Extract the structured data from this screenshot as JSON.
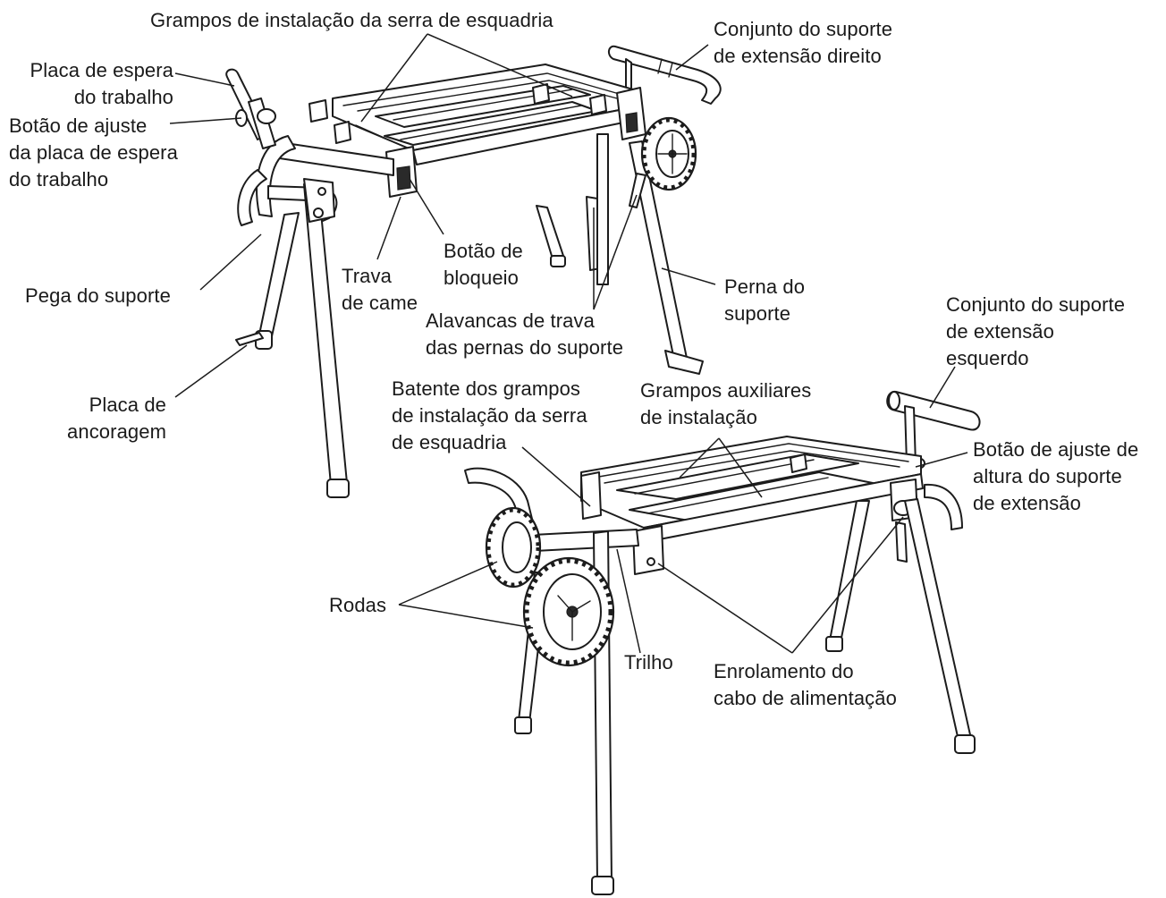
{
  "labels": {
    "miter_saw_mounting_clamps": "Grampos de instalação da serra de esquadria",
    "right_extension_support": "Conjunto do suporte\nde extensão direito",
    "work_stop_plate": "Placa de espera\ndo trabalho",
    "work_stop_adjust_knob": "Botão de ajuste\nda placa de espera\ndo trabalho",
    "lock_knob": "Botão de\nbloqueio",
    "cam_lock": "Trava\nde came",
    "stand_leg": "Perna do\nsuporte",
    "stand_handle": "Pega do suporte",
    "leg_lock_levers": "Alavancas de trava\ndas pernas do suporte",
    "left_extension_support": "Conjunto do suporte\nde extensão\nesquerdo",
    "anchor_plate": "Placa de\nancoragem",
    "clamp_stop": "Batente dos grampos\nde instalação da serra\nde esquadria",
    "aux_mounting_clamps": "Grampos auxiliares\nde instalação",
    "extension_height_knob": "Botão de ajuste de\naltura do suporte\nde extensão",
    "wheels": "Rodas",
    "rail": "Trilho",
    "power_cord_wrap": "Enrolamento do\ncabo de alimentação"
  },
  "colors": {
    "line": "#1c1c1c",
    "text": "#1a1a1a",
    "background": "#ffffff"
  }
}
